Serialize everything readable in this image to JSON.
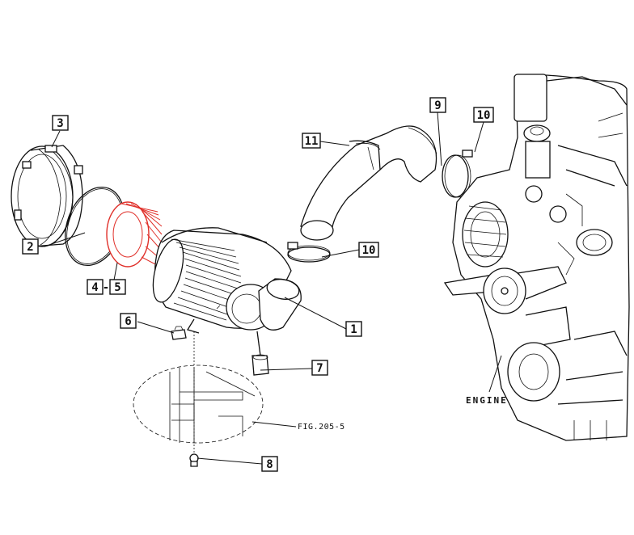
{
  "colors": {
    "line": "#111111",
    "highlight_red": "#e0302a",
    "highlight_purple": "#6a2a8a",
    "background": "#ffffff"
  },
  "callouts": {
    "c1": "1",
    "c2": "2",
    "c3": "3",
    "c4": "4",
    "c4_sep": "-",
    "c5": "5",
    "c6": "6",
    "c7": "7",
    "c8": "8",
    "c9": "9",
    "c10a": "10",
    "c10b": "10",
    "c11": "11"
  },
  "fig_ref": "FIG.205-5",
  "engine_label": "ENGINE"
}
